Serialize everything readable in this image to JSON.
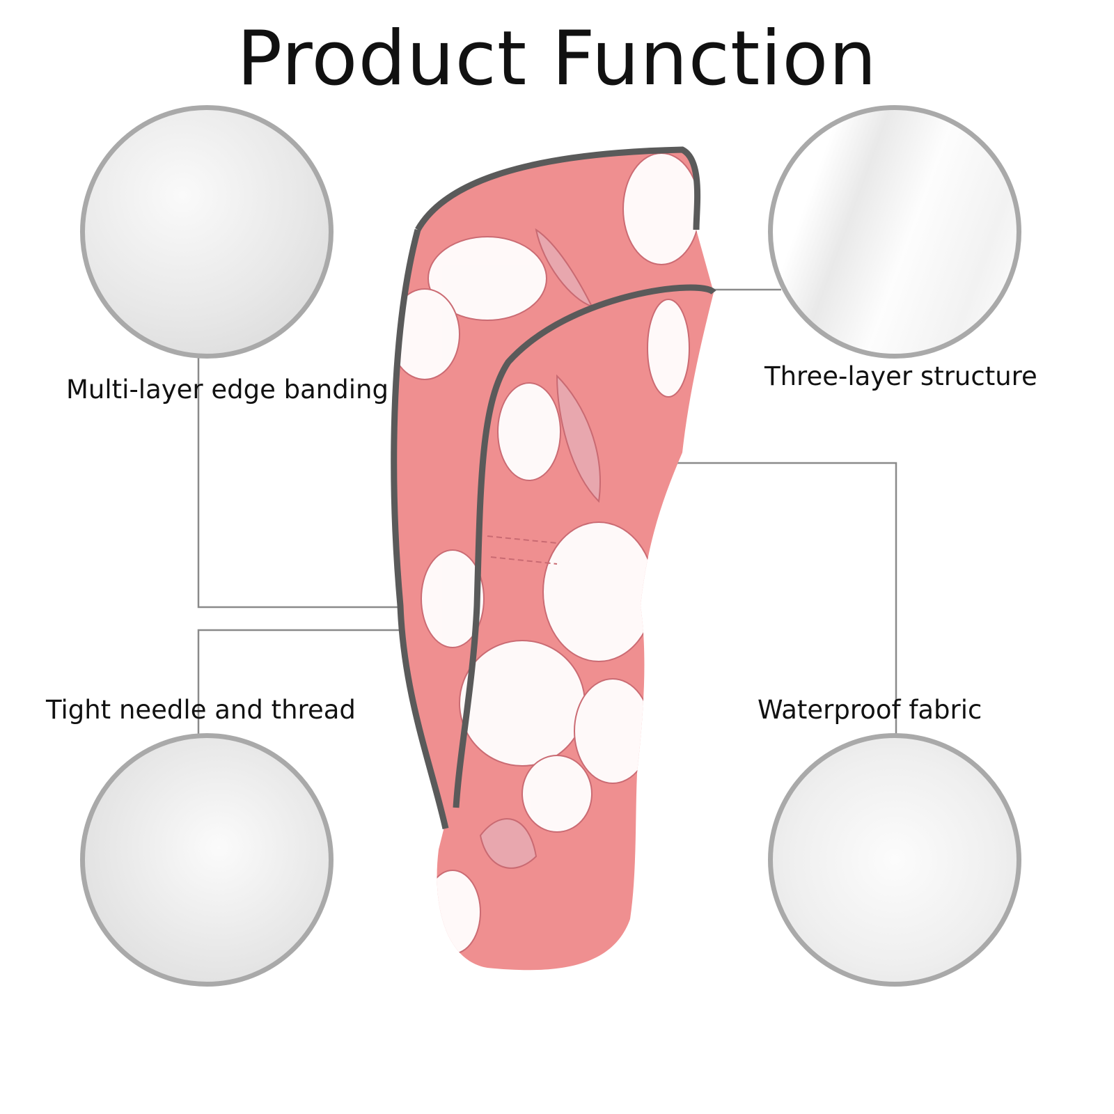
{
  "title": "Product Function",
  "features": [
    {
      "label": "Multi-layer edge banding"
    },
    {
      "label": "Three-layer structure"
    },
    {
      "label": "Tight needle and thread"
    },
    {
      "label": "Waterproof fabric"
    }
  ],
  "colors": {
    "product_pink": "#ef8f90",
    "piping_gray": "#5a5a5a",
    "circle_border": "#a9a9a9",
    "line_gray": "#8a8a8a"
  }
}
